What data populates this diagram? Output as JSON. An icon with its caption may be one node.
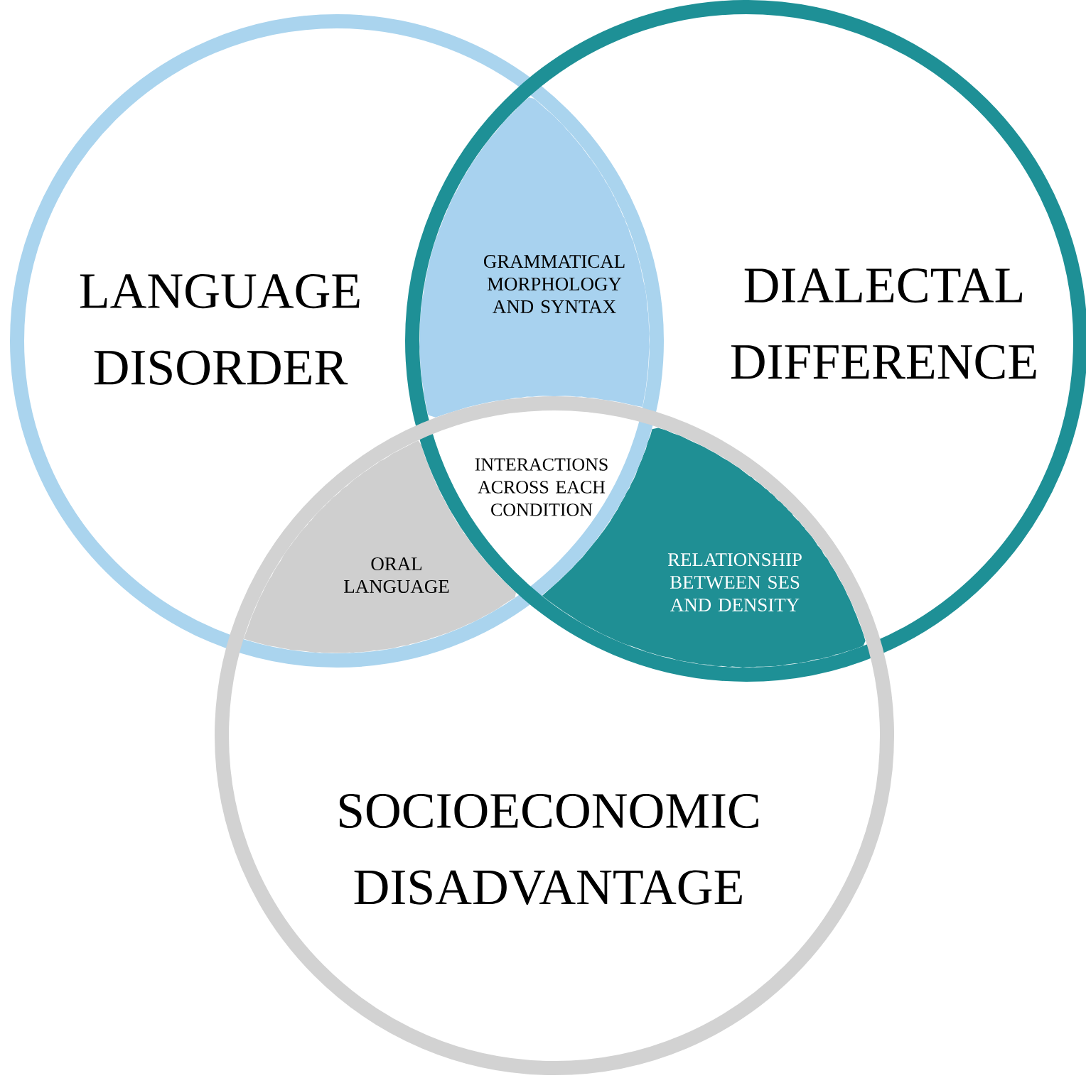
{
  "diagram": {
    "nodes": [
      {
        "text": [
          "LANGUAGE DISORDER"
        ]
      },
      {
        "text": [
          "DIALECTAL DIFFERENCE"
        ]
      },
      {
        "text": [
          "SOCIOECONOMIC DISADVANTAGE"
        ]
      },
      {
        "text": [
          "GRAMMATICAL MORPHOLOGY AND SYNTAX"
        ]
      },
      {
        "text": [
          "INTERACTIONS ACROSS EACH CONDITION"
        ]
      },
      {
        "text": [
          "ORAL LANGUAGE"
        ]
      },
      {
        "text": [
          "RELATIONSHIP BETWEEN SES AND DENSITY"
        ]
      }
    ]
  }
}
